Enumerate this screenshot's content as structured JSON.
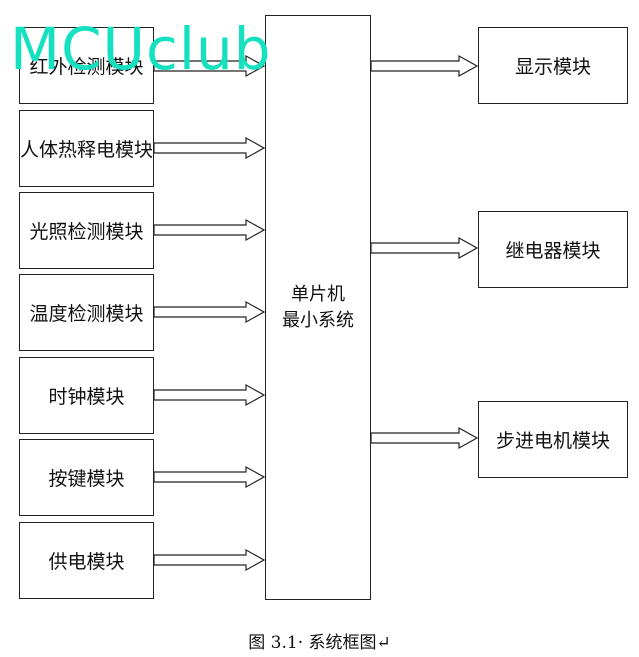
{
  "left_modules": [
    "红外检测模块",
    "人体热释电模块",
    "光照检测模块",
    "温度检测模块",
    "时钟模块",
    "按键模块",
    "供电模块"
  ],
  "mcu": {
    "line1": "单片机",
    "line2": "最小系统"
  },
  "right_modules": [
    "显示模块",
    "继电器模块",
    "步进电机模块"
  ],
  "caption": "图 3.1· 系统框图↵",
  "watermark": "MCUclub",
  "colors": {
    "watermark": "#15e1c0",
    "line": "#222222"
  }
}
